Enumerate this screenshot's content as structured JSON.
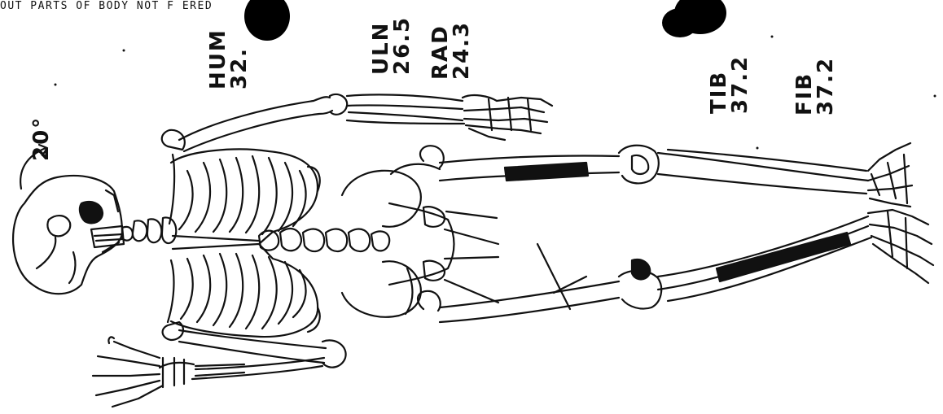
{
  "header_note": "OUT PARTS OF BODY NOT F    ERED",
  "labels": {
    "hum": {
      "name": "HUM",
      "value": "32."
    },
    "uln": {
      "name": "ULN",
      "value": "26.5"
    },
    "rad": {
      "name": "RAD",
      "value": "24.3"
    },
    "tib": {
      "name": "TIB",
      "value": "37.2"
    },
    "fib": {
      "name": "FIB",
      "value": "37.2"
    },
    "skull_angle": "20°"
  },
  "colors": {
    "ink": "#111111",
    "paper": "#ffffff"
  }
}
